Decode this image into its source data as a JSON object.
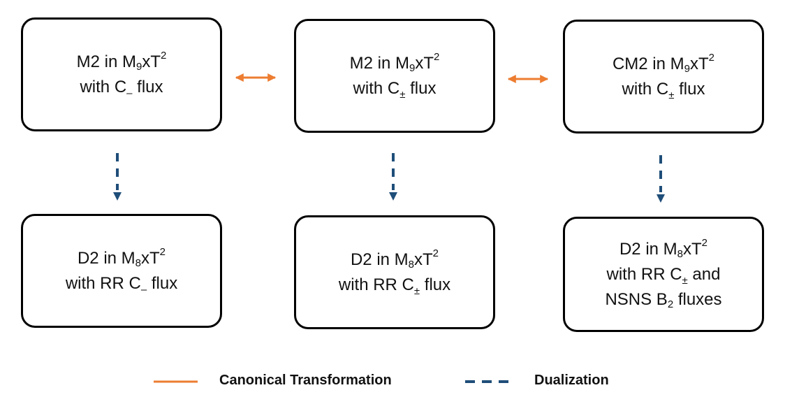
{
  "colors": {
    "canonical": "#ED7D31",
    "dualization": "#1F4E79",
    "border": "#000000"
  },
  "boxes": {
    "top_left": {
      "l1_a": "M2 in M",
      "l1_sub": "9",
      "l1_b": "xT",
      "l1_sup": "2",
      "l2_a": "with C",
      "l2_sub": "–",
      "l2_b": " flux"
    },
    "top_mid": {
      "l1_a": "M2 in M",
      "l1_sub": "9",
      "l1_b": "xT",
      "l1_sup": "2",
      "l2_a": "with C",
      "l2_sub": "±",
      "l2_b": " flux"
    },
    "top_right": {
      "l1_a": "CM2 in M",
      "l1_sub": "9",
      "l1_b": "xT",
      "l1_sup": "2",
      "l2_a": "with C",
      "l2_sub": "±",
      "l2_b": " flux"
    },
    "bot_left": {
      "l1_a": "D2 in M",
      "l1_sub": "8",
      "l1_b": "xT",
      "l1_sup": "2",
      "l2_a": "with RR C",
      "l2_sub": "–",
      "l2_b": " flux"
    },
    "bot_mid": {
      "l1_a": "D2 in M",
      "l1_sub": "8",
      "l1_b": "xT",
      "l1_sup": "2",
      "l2_a": "with RR C",
      "l2_sub": "±",
      "l2_b": " flux"
    },
    "bot_right": {
      "l1_a": "D2 in M",
      "l1_sub": "8",
      "l1_b": "xT",
      "l1_sup": "2",
      "l2_a": "with RR C",
      "l2_sub": "±",
      "l2_b": " and",
      "l3_a": "NSNS B",
      "l3_sub": "2",
      "l3_b": " fluxes"
    }
  },
  "legend": {
    "canonical_label": "Canonical Transformation",
    "dualization_label": "Dualization"
  }
}
